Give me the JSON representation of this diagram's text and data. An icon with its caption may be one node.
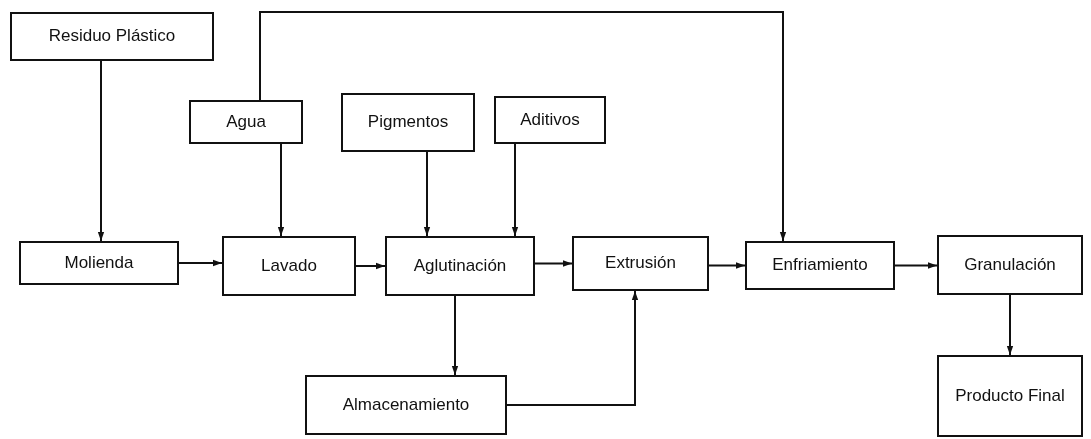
{
  "diagram": {
    "nodes": [
      {
        "text": [
          "Residuo Plástico"
        ]
      },
      {
        "text": [
          "Agua"
        ]
      },
      {
        "text": [
          "Pigmentos"
        ]
      },
      {
        "text": [
          "Aditivos"
        ]
      },
      {
        "text": [
          "Molienda"
        ]
      },
      {
        "text": [
          "Lavado"
        ]
      },
      {
        "text": [
          "Aglutinación"
        ]
      },
      {
        "text": [
          "Extrusión"
        ]
      },
      {
        "text": [
          "Enfriamiento"
        ]
      },
      {
        "text": [
          "Granulación"
        ]
      },
      {
        "text": [
          "Almacenamiento"
        ]
      },
      {
        "text": [
          "Producto Final"
        ]
      }
    ],
    "edges": [
      {
        "from": 0,
        "to": 4,
        "arrow": "to"
      },
      {
        "from": 1,
        "to": 5,
        "arrow": "to"
      },
      {
        "from": 1,
        "to": 8,
        "arrow": "to"
      },
      {
        "from": 2,
        "to": 6,
        "arrow": "to"
      },
      {
        "from": 3,
        "to": 6,
        "arrow": "to"
      },
      {
        "from": 4,
        "to": 5,
        "arrow": "to"
      },
      {
        "from": 5,
        "to": 6,
        "arrow": "to"
      },
      {
        "from": 6,
        "to": 7,
        "arrow": "to"
      },
      {
        "from": 7,
        "to": 8,
        "arrow": "to"
      },
      {
        "from": 8,
        "to": 9,
        "arrow": "to"
      },
      {
        "from": 6,
        "to": 10,
        "arrow": "to"
      },
      {
        "from": 10,
        "to": 7,
        "arrow": "to"
      },
      {
        "from": 9,
        "to": 11,
        "arrow": "to"
      }
    ]
  }
}
